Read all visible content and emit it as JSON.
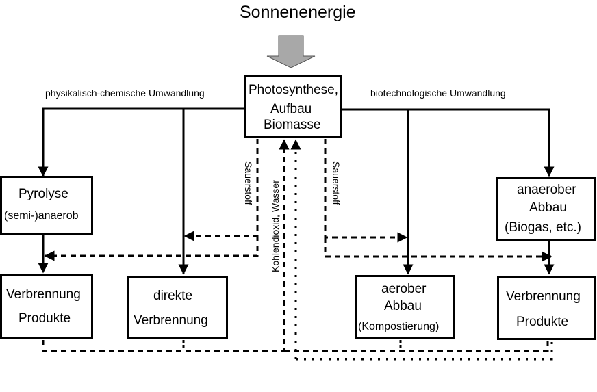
{
  "diagram": {
    "title": "Sonnenenergie",
    "center_node": {
      "lines": [
        "Photosynthese,",
        "Aufbau",
        "Biomasse"
      ]
    },
    "branches": {
      "left": "physikalisch-chemische Umwandlung",
      "right": "biotechnologische Umwandlung"
    },
    "nodes": {
      "pyrolyse": {
        "lines": [
          "Pyrolyse",
          "(semi-)anaerob"
        ]
      },
      "anaerob": {
        "lines": [
          "anaerober",
          "Abbau",
          "(Biogas, etc.)"
        ]
      },
      "verbrennung_left": {
        "lines": [
          "Verbrennung",
          "Produkte"
        ]
      },
      "direkte": {
        "lines": [
          "direkte",
          "Verbrennung"
        ]
      },
      "aerob": {
        "lines": [
          "aerober",
          "Abbau",
          "(Kompostierung)"
        ]
      },
      "verbrennung_right": {
        "lines": [
          "Verbrennung",
          "Produkte"
        ]
      }
    },
    "flow_labels": {
      "oxygen_left": "Sauerstoff",
      "oxygen_right": "Sauerstoff",
      "co2_water": "Kohlendioxid, Wasser"
    },
    "colors": {
      "sun_arrow": "#a8a8a8",
      "lines": "#000000"
    }
  }
}
